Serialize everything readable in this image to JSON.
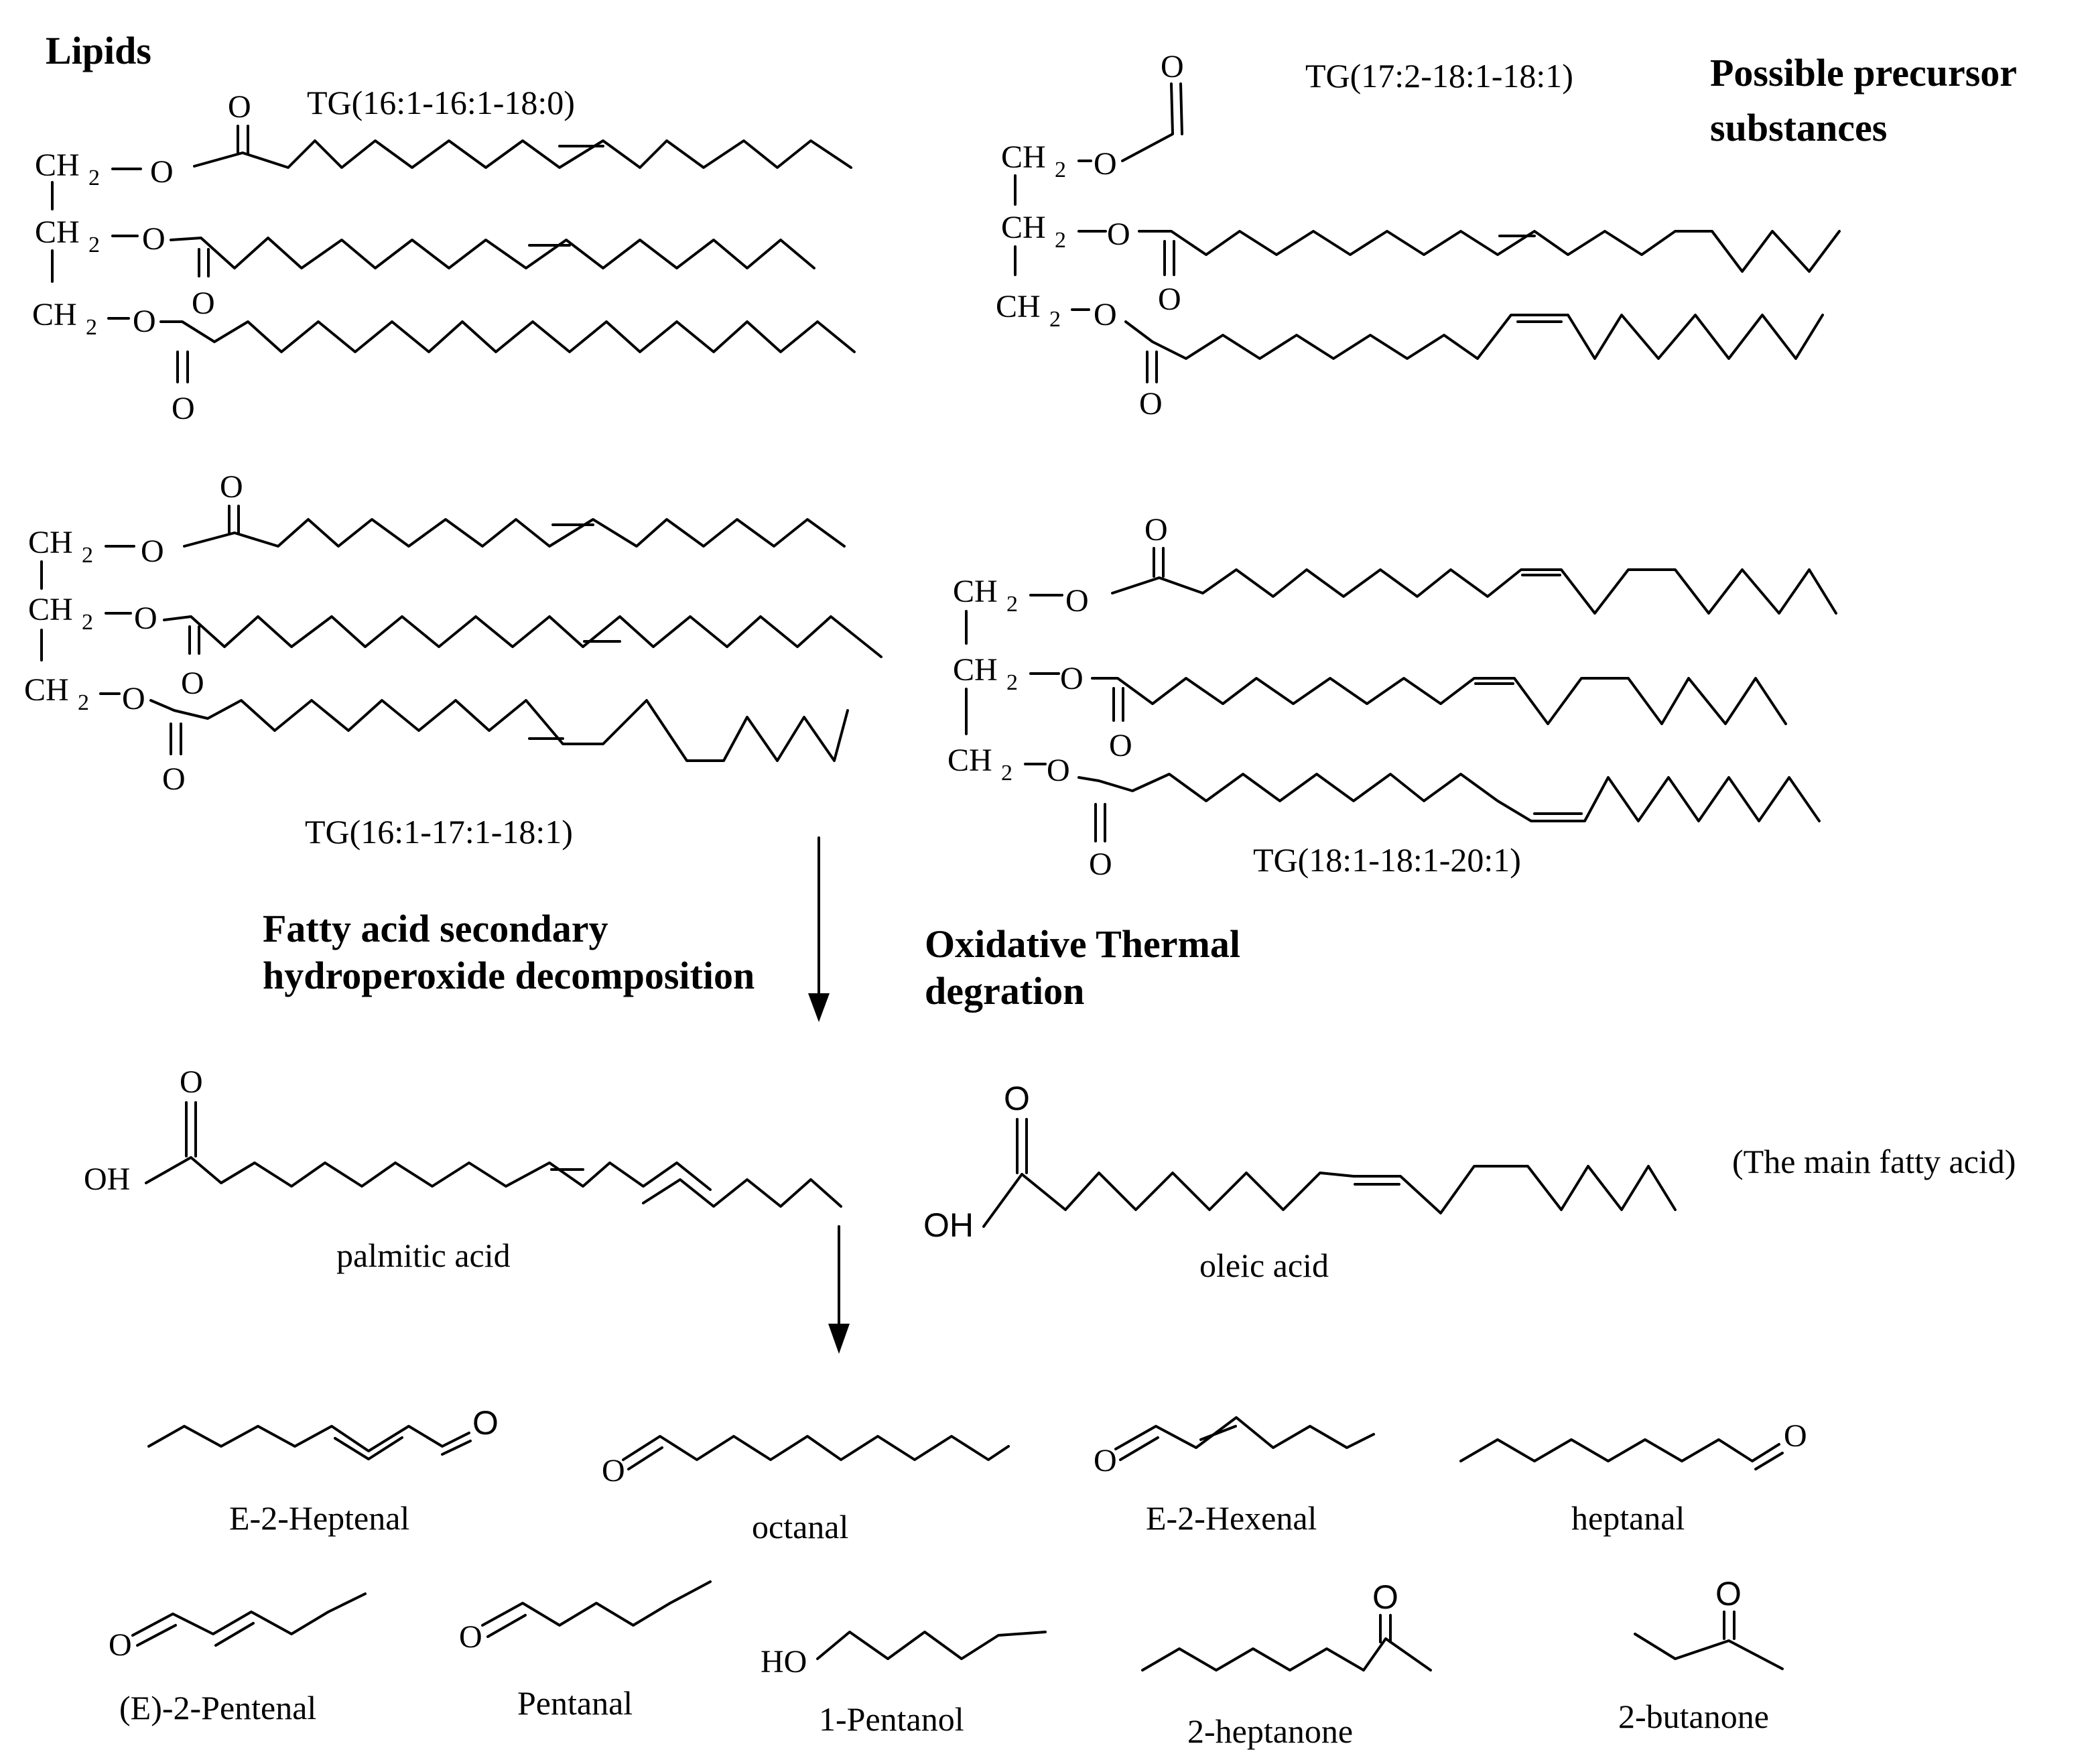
{
  "headings": {
    "lipids": "Lipids",
    "precursor_line1": "Possible precursor",
    "precursor_line2": "substances",
    "process_left_line1": "Fatty acid secondary",
    "process_left_line2": "hydroperoxide decomposition",
    "process_right_line1": "Oxidative Thermal",
    "process_right_line2": "degration",
    "main_fatty_acid": "(The main fatty acid)"
  },
  "triglycerides": [
    {
      "label": "TG(16:1-16:1-18:0)"
    },
    {
      "label": "TG(17:2-18:1-18:1)"
    },
    {
      "label": "TG(16:1-17:1-18:1)"
    },
    {
      "label": "TG(18:1-18:1-20:1)"
    }
  ],
  "fatty_acids": [
    {
      "label": "palmitic acid"
    },
    {
      "label": "oleic acid"
    }
  ],
  "products": [
    {
      "label": "E-2-Heptenal"
    },
    {
      "label": "octanal"
    },
    {
      "label": "E-2-Hexenal"
    },
    {
      "label": "heptanal"
    },
    {
      "label": "(E)-2-Pentenal"
    },
    {
      "label": "Pentanal"
    },
    {
      "label": "1-Pentanol"
    },
    {
      "label": "2-heptanone"
    },
    {
      "label": "2-butanone"
    }
  ],
  "atoms": {
    "ch": "CH",
    "sub2": "2",
    "dash": "–",
    "o": "O",
    "oh": "OH",
    "ho": "HO"
  }
}
